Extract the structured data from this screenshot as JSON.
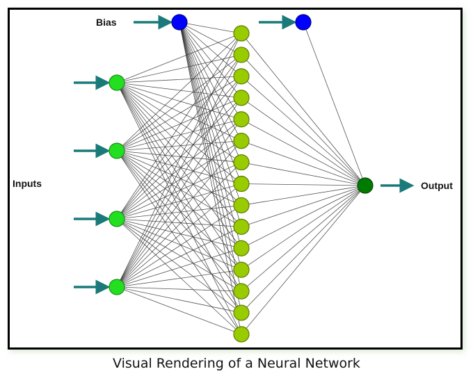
{
  "diagram": {
    "title": "Visual Rendering of a Neural Network",
    "labels": {
      "bias": "Bias",
      "inputs": "Inputs",
      "output": "Output"
    },
    "layers": {
      "input_nodes": 4,
      "hidden_nodes": 15,
      "output_nodes": 1,
      "bias_nodes": 2
    },
    "connections": [
      "input-to-hidden: fully connected",
      "bias-1-to-hidden: fully connected",
      "hidden-to-output: fully connected",
      "bias-2-to-output"
    ],
    "colors": {
      "input_node": "#22e01f",
      "hidden_node": "#99cc00",
      "bias_node": "#0000ff",
      "output_node": "#007a00",
      "arrow": "#1a7a7a",
      "edge": "#333333",
      "frame": "#000000"
    }
  }
}
